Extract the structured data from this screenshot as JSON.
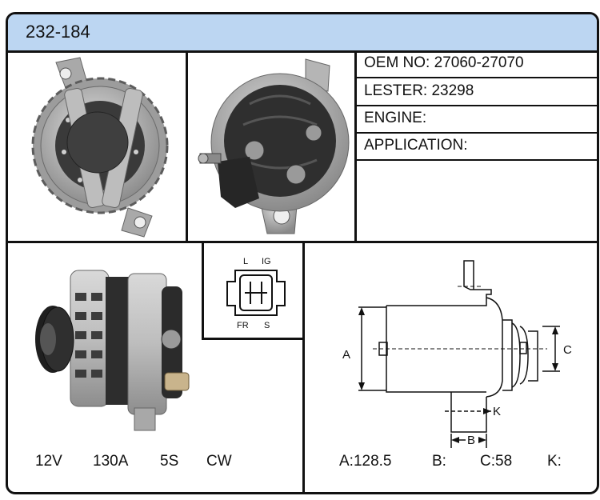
{
  "part_number": "232-184",
  "specs": [
    {
      "label": "OEM NO:",
      "value": "27060-27070"
    },
    {
      "label": "LESTER:",
      "value": "23298"
    },
    {
      "label": "ENGINE:",
      "value": ""
    },
    {
      "label": "APPLICATION:",
      "value": ""
    }
  ],
  "ratings": {
    "voltage": "12V",
    "amperage": "130A",
    "pulley": "5S",
    "rotation": "CW"
  },
  "connector": {
    "pins_top": [
      "L",
      "IG"
    ],
    "pins_bottom": [
      "FR",
      "S"
    ]
  },
  "dimension_labels": {
    "a": "A",
    "b": "B",
    "c": "C",
    "k": "K"
  },
  "dimensions": [
    {
      "label": "A:",
      "value": "128.5"
    },
    {
      "label": "B:",
      "value": ""
    },
    {
      "label": "C:",
      "value": "58"
    },
    {
      "label": "K:",
      "value": ""
    }
  ],
  "colors": {
    "header": "#bcd6f2",
    "border": "#111111",
    "metal": "#b8b8b8",
    "dark": "#2b2b2b"
  }
}
